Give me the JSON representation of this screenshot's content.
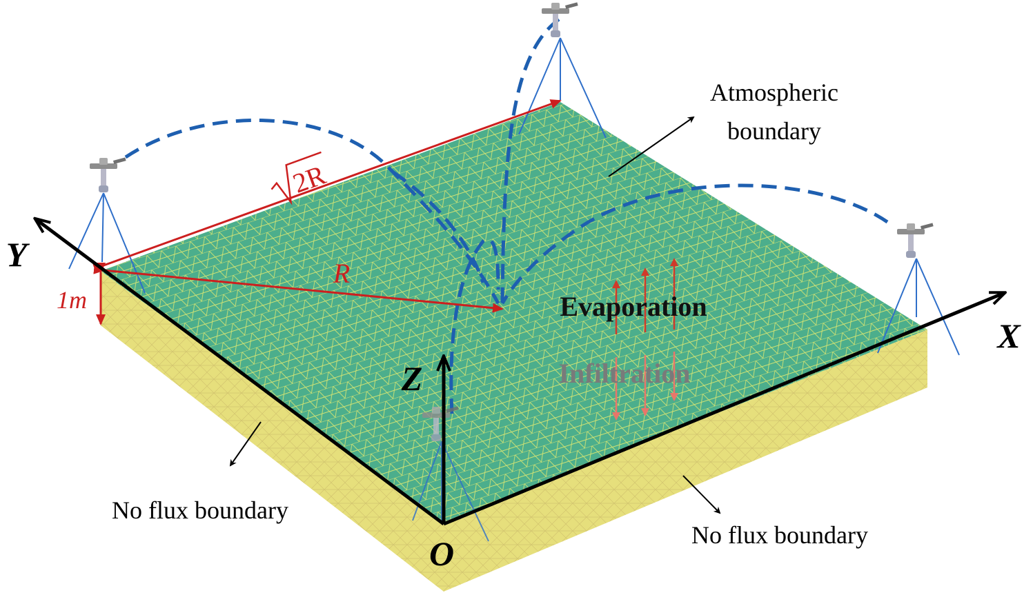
{
  "labels": {
    "atmospheric_line1": "Atmospheric",
    "atmospheric_line2": "boundary",
    "no_flux_left": "No flux boundary",
    "no_flux_right": "No flux boundary",
    "evaporation": "Evaporation",
    "infiltration": "Infiltration",
    "radius": "R",
    "sqrt2r_root": "2R",
    "depth": "1m",
    "axis_x": "X",
    "axis_y": "Y",
    "axis_z": "Z",
    "origin": "O"
  },
  "colors": {
    "surface_top": "#4cae8c",
    "surface_mesh": "#f2ef6a",
    "side_faces": "#e6e07a",
    "spray_path": "#1e5fb0",
    "dimension_red": "#cc1f1f",
    "axis": "#000000",
    "evaporation_arrow": "#d03a2a",
    "infiltration_arrow": "#e8766a",
    "infiltration_text": "#7a7a7a",
    "tripod": "#2f6fc9"
  },
  "icons": {
    "sprinkler": "sprinkler-icon"
  }
}
